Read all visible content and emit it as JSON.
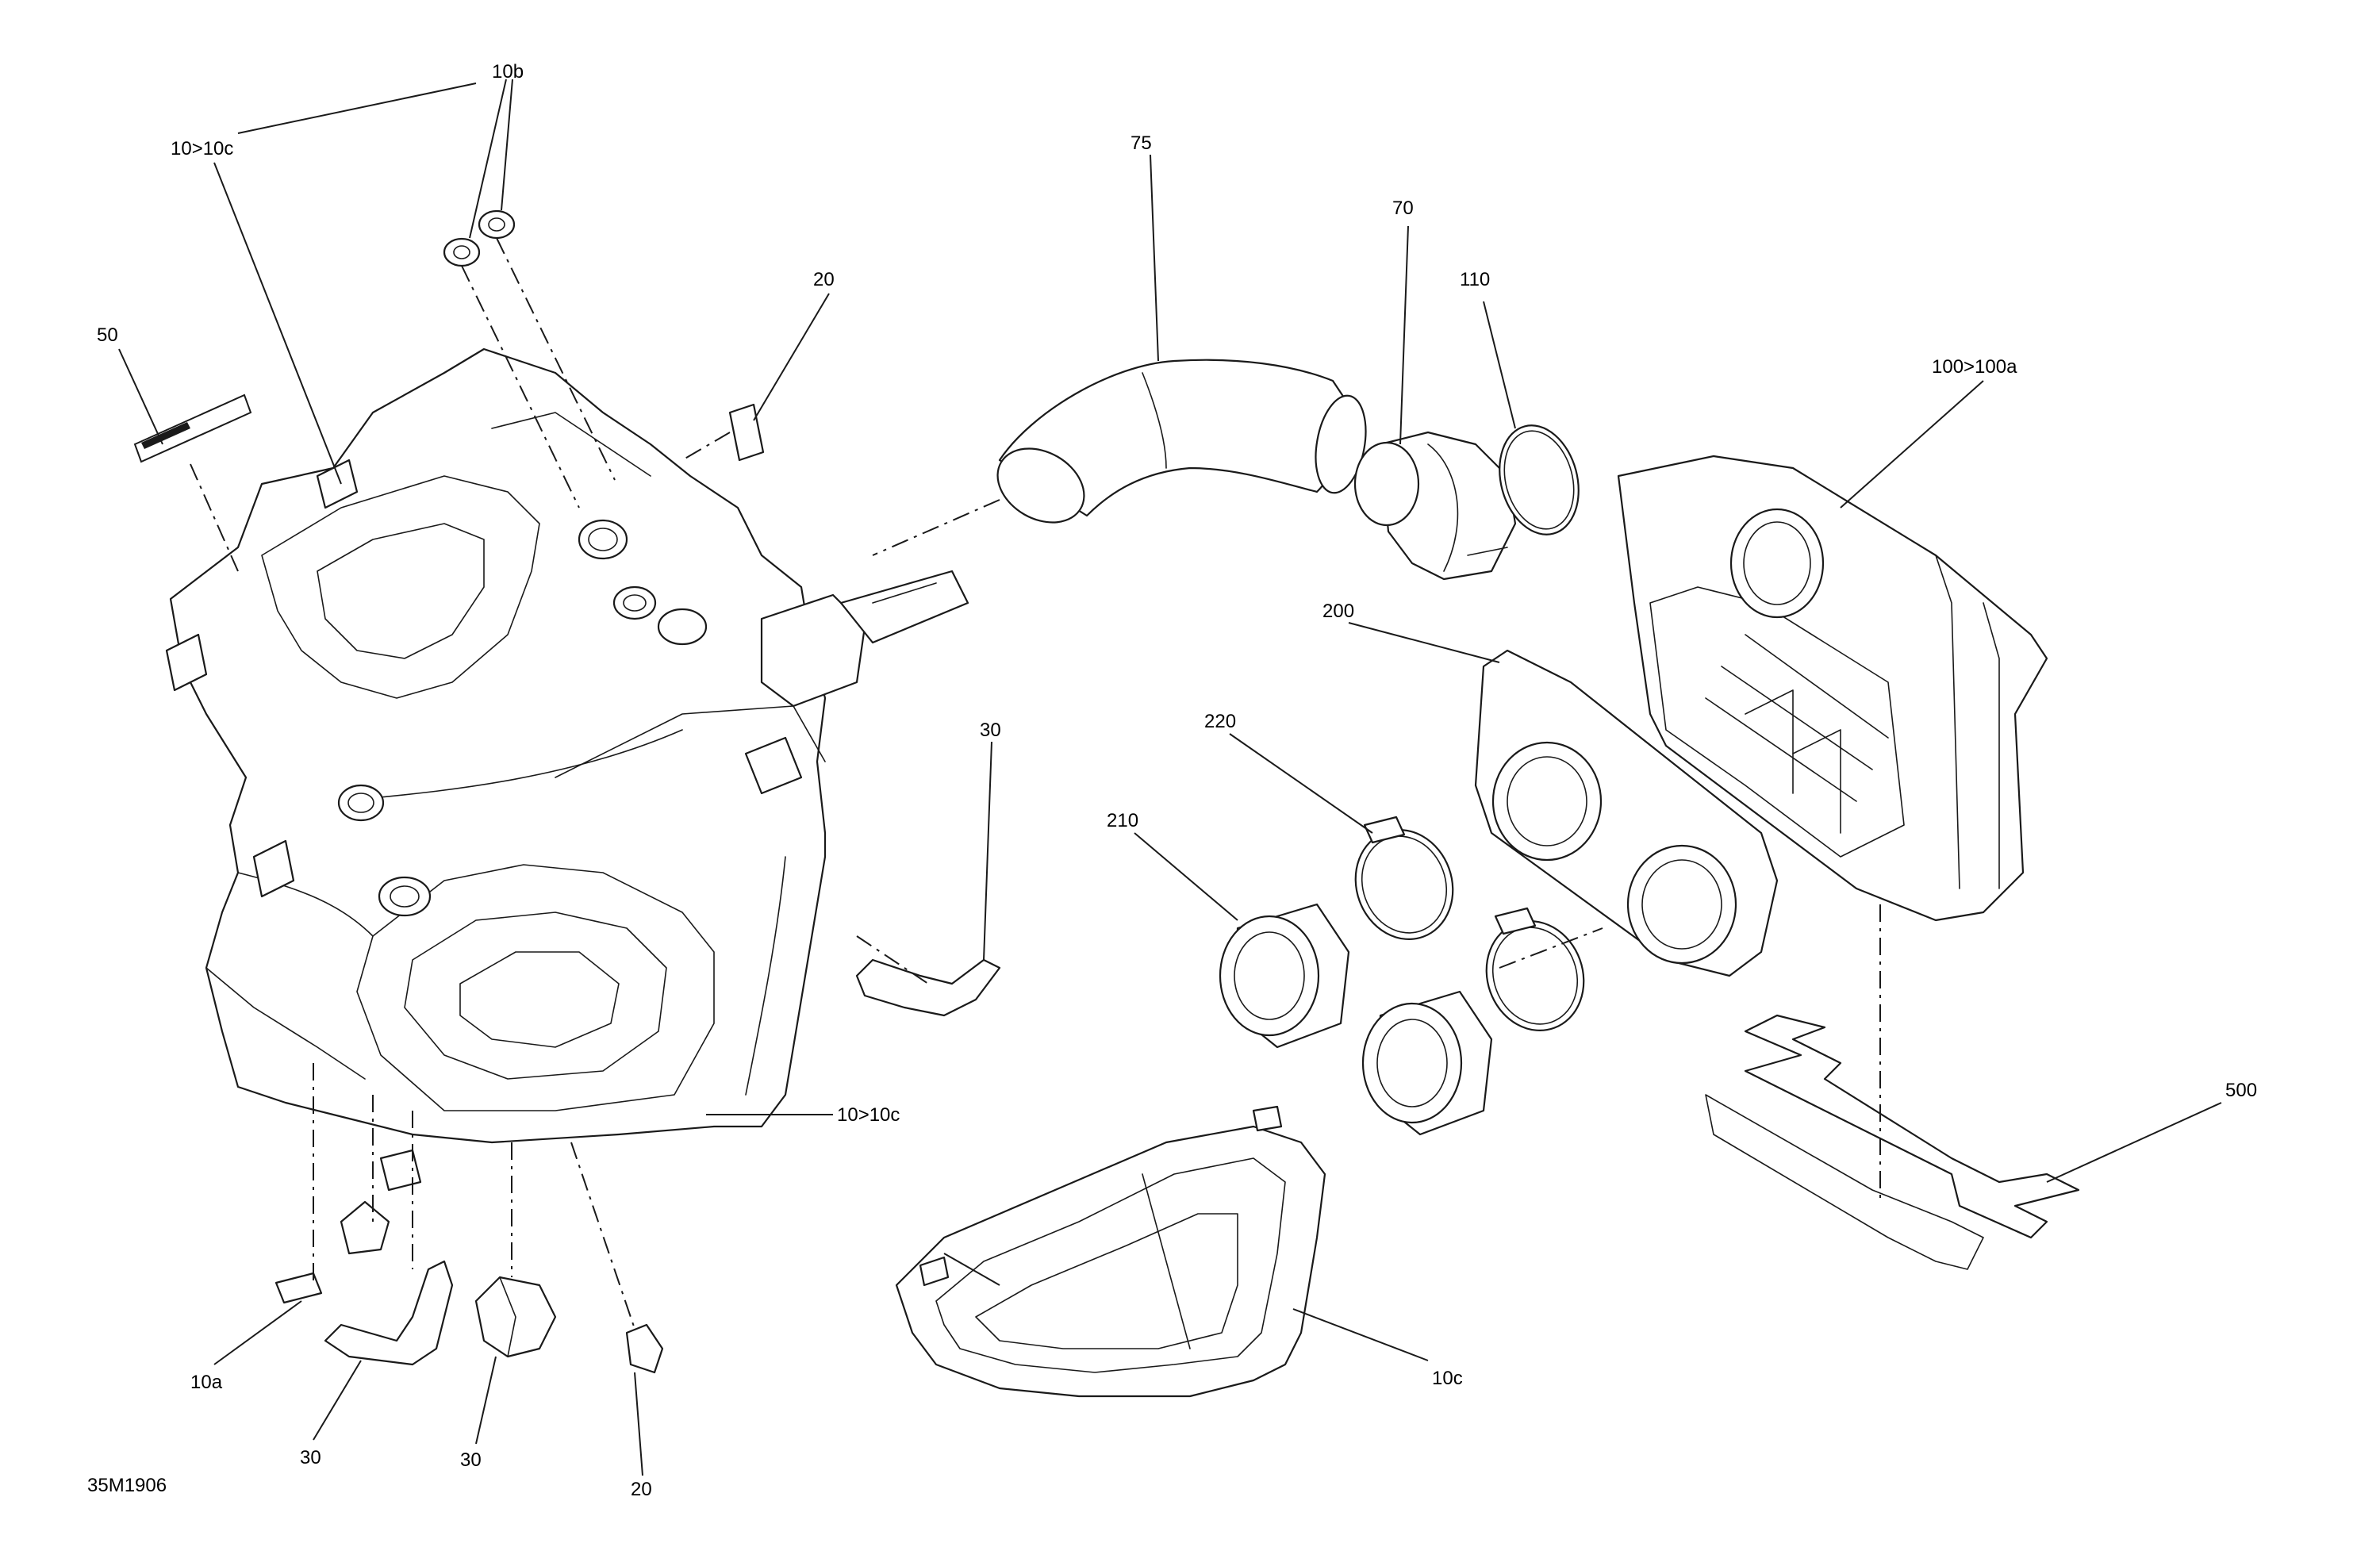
{
  "diagram": {
    "reference_code": "35M1906",
    "callouts": [
      {
        "id": "10b",
        "text": "10b"
      },
      {
        "id": "10-10c-top",
        "text": "10>10c"
      },
      {
        "id": "50",
        "text": "50"
      },
      {
        "id": "20-top",
        "text": "20"
      },
      {
        "id": "75",
        "text": "75"
      },
      {
        "id": "70",
        "text": "70"
      },
      {
        "id": "110",
        "text": "110"
      },
      {
        "id": "100-100a",
        "text": "100>100a"
      },
      {
        "id": "200",
        "text": "200"
      },
      {
        "id": "220",
        "text": "220"
      },
      {
        "id": "210",
        "text": "210"
      },
      {
        "id": "30-right",
        "text": "30"
      },
      {
        "id": "10-10c-mid",
        "text": "10>10c"
      },
      {
        "id": "500",
        "text": "500"
      },
      {
        "id": "10c",
        "text": "10c"
      },
      {
        "id": "10a",
        "text": "10a"
      },
      {
        "id": "30-bottom-left",
        "text": "30"
      },
      {
        "id": "30-bottom-mid",
        "text": "30"
      },
      {
        "id": "20-bottom",
        "text": "20"
      }
    ]
  }
}
